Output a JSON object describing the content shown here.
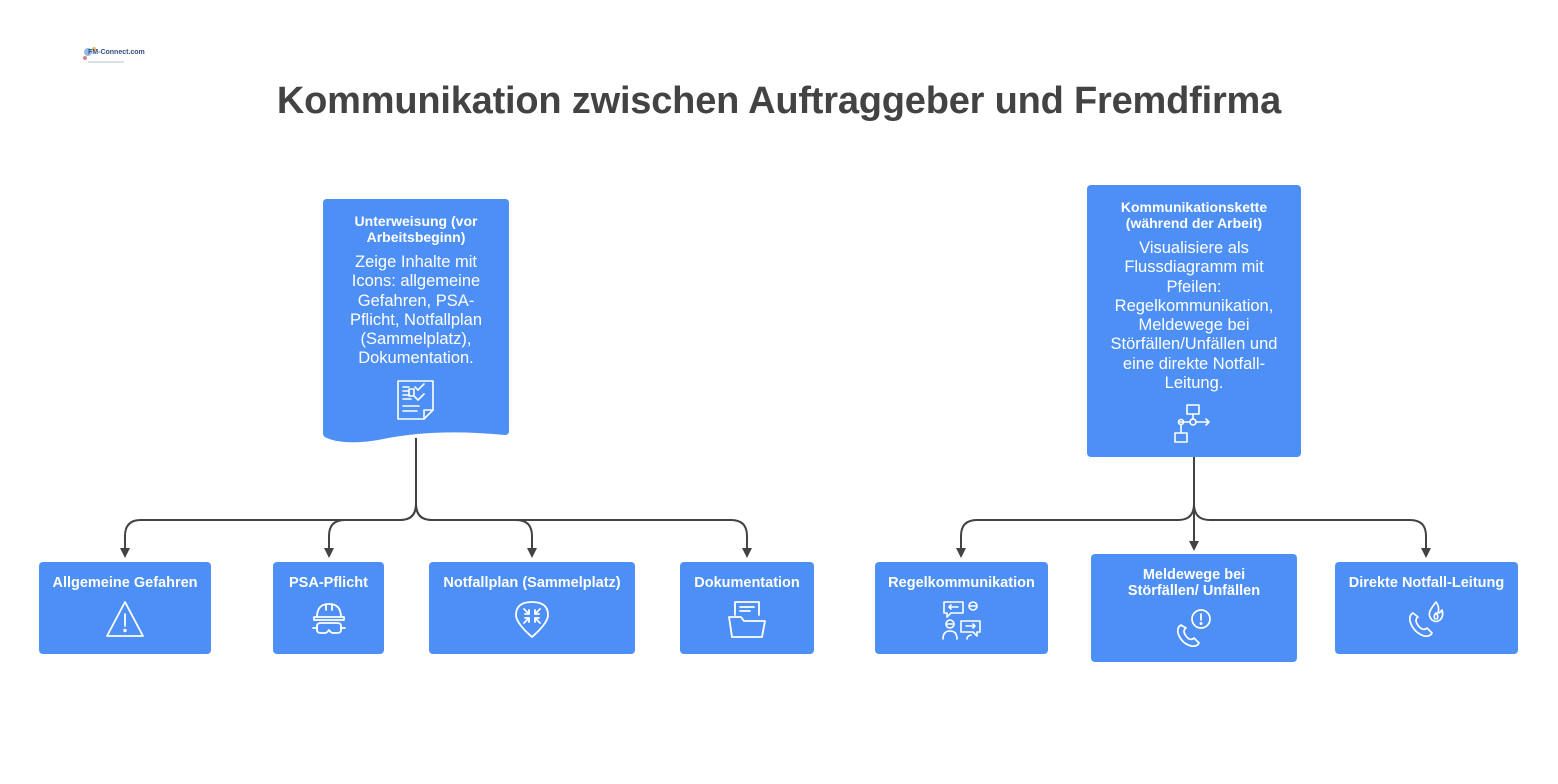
{
  "title": "Kommunikation zwischen Auftraggeber und Fremdfirma",
  "logo": {
    "text": "FM-Connect.com"
  },
  "colors": {
    "box": "#4d8ff5",
    "line": "#434343",
    "title": "#434343"
  },
  "left_group": {
    "parent": {
      "heading": "Unterweisung (vor Arbeitsbeginn)",
      "body": "Zeige Inhalte mit Icons: allgemeine Gefahren, PSA-Pflicht, Notfallplan (Sammelplatz), Dokumentation.",
      "icon": "checklist-icon"
    },
    "children": [
      {
        "label": "Allgemeine Gefahren",
        "icon": "warning-icon"
      },
      {
        "label": "PSA-Pflicht",
        "icon": "hardhat-goggles-icon"
      },
      {
        "label": "Notfallplan (Sammelplatz)",
        "icon": "assembly-point-icon"
      },
      {
        "label": "Dokumentation",
        "icon": "folder-icon"
      }
    ]
  },
  "right_group": {
    "parent": {
      "heading": "Kommunikationskette (während der Arbeit)",
      "body": "Visualisiere als Flussdiagramm mit Pfeilen: Regelkommunikation, Meldewege bei Störfällen/Unfällen und eine direkte Notfall-Leitung.",
      "icon": "flowchart-icon"
    },
    "children": [
      {
        "label": "Regelkommunikation",
        "icon": "conversation-icon"
      },
      {
        "label": "Meldewege bei Störfällen/ Unfällen",
        "icon": "phone-alert-icon"
      },
      {
        "label": "Direkte Notfall-Leitung",
        "icon": "emergency-phone-icon"
      }
    ]
  }
}
